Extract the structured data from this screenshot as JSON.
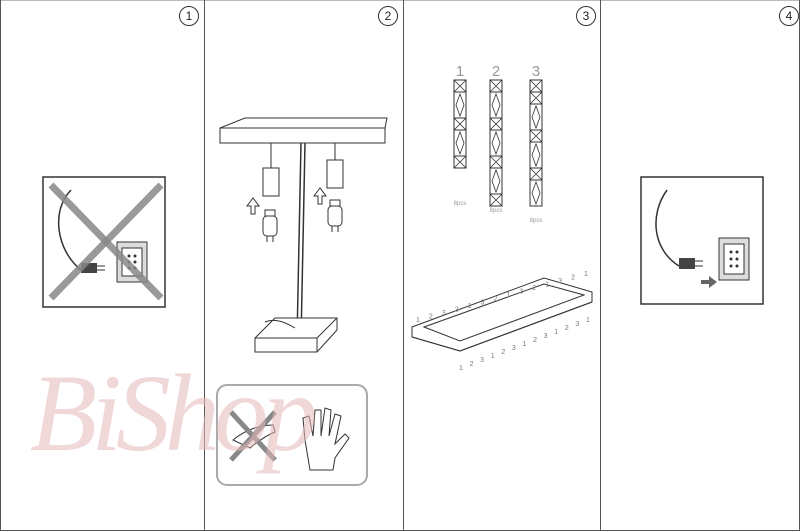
{
  "steps": [
    "1",
    "2",
    "3",
    "4"
  ],
  "bulb_groups": [
    {
      "number": "1",
      "count": "8pcs"
    },
    {
      "number": "2",
      "count": "8pcs"
    },
    {
      "number": "3",
      "count": "8pcs"
    }
  ],
  "tray_numbers_top": [
    "1",
    "2",
    "3",
    "2",
    "1",
    "3",
    "2",
    "1",
    "3",
    "2",
    "1",
    "3",
    "2",
    "1"
  ],
  "tray_numbers_bottom": [
    "1",
    "2",
    "3",
    "1",
    "2",
    "3",
    "1",
    "2",
    "3",
    "1",
    "2",
    "3",
    "1"
  ],
  "watermark": "BiShop",
  "colors": {
    "line": "#333333",
    "gray": "#888888",
    "watermark": "#e7b9b9"
  }
}
